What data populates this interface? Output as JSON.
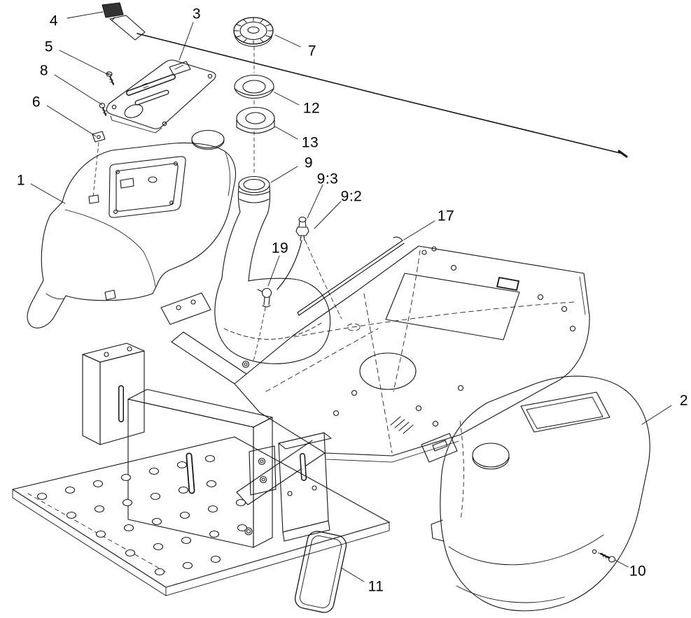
{
  "page": {
    "background_color": "#ffffff",
    "line_color": "#141414"
  },
  "diagram": {
    "type": "exploded-parts-diagram",
    "callouts": [
      {
        "label": "4"
      },
      {
        "label": "3"
      },
      {
        "label": "7"
      },
      {
        "label": "5"
      },
      {
        "label": "8"
      },
      {
        "label": "6"
      },
      {
        "label": "12"
      },
      {
        "label": "13"
      },
      {
        "label": "1"
      },
      {
        "label": "9"
      },
      {
        "label": "9:3"
      },
      {
        "label": "9:2"
      },
      {
        "label": "17"
      },
      {
        "label": "19"
      },
      {
        "label": "2"
      },
      {
        "label": "10"
      },
      {
        "label": "11"
      }
    ]
  }
}
